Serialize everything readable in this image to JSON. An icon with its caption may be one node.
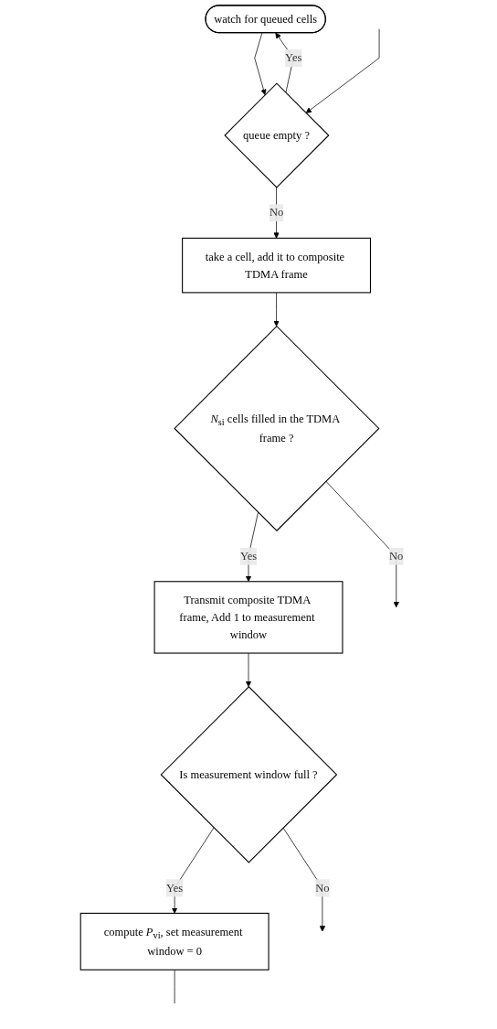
{
  "diagram": {
    "nodes": [
      {
        "text": [
          "watch for queued cells"
        ]
      },
      {
        "text": [
          "queue empty ?"
        ]
      },
      {
        "text": [
          "take a cell, add it to composite TDMA frame"
        ]
      },
      {
        "text": [
          "*N*$_{si}$ cells filled in the TDMA frame ?"
        ]
      },
      {
        "text": [
          "Transmit composite TDMA frame, Add 1 to measurement window"
        ]
      },
      {
        "text": [
          "Is measurement window full ?"
        ]
      },
      {
        "text": [
          "compute *P*$_{vi}$, set measurement window = 0"
        ]
      }
    ],
    "edges": [
      {
        "from": 0,
        "to": 1,
        "arrow": "to"
      },
      {
        "from": 1,
        "to": 0,
        "label": "Yes",
        "arrow": "to"
      },
      {
        "from": 1,
        "to": 2,
        "label": "No",
        "arrow": "to"
      },
      {
        "from": 2,
        "to": 3,
        "arrow": "to"
      },
      {
        "from": 3,
        "to": 4,
        "label": "Yes",
        "arrow": "to"
      },
      {
        "from": 3,
        "to": null,
        "label": "No",
        "arrow": "to"
      },
      {
        "from": 4,
        "to": 5,
        "arrow": "to"
      },
      {
        "from": 5,
        "to": 6,
        "label": "Yes",
        "arrow": "to"
      },
      {
        "from": 5,
        "to": null,
        "label": "No",
        "arrow": "to"
      },
      {
        "from": 6,
        "to": null,
        "arrow": "none"
      },
      {
        "from": null,
        "to": 1,
        "arrow": "to"
      }
    ]
  }
}
